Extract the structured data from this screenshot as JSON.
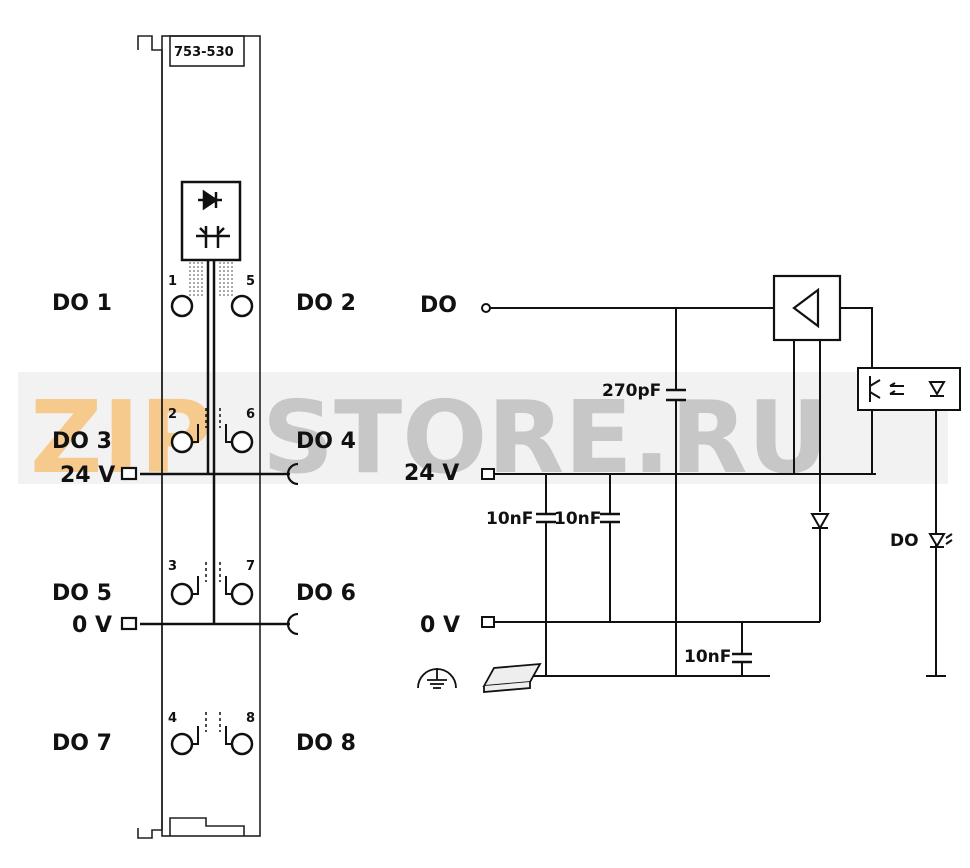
{
  "module": {
    "part_number": "753-530"
  },
  "terminals": {
    "do1": "DO 1",
    "do2": "DO 2",
    "do3": "DO 3",
    "do4": "DO 4",
    "do5": "DO 5",
    "do6": "DO 6",
    "do7": "DO 7",
    "do8": "DO 8",
    "supply_24v": "24 V",
    "supply_0v": "0 V",
    "pins": {
      "p1": "1",
      "p2": "2",
      "p3": "3",
      "p4": "4",
      "p5": "5",
      "p6": "6",
      "p7": "7",
      "p8": "8"
    }
  },
  "schematic": {
    "do_input": "DO",
    "supply_24v": "24 V",
    "supply_0v": "0 V",
    "cap_270pf": "270pF",
    "cap_10nf_a": "10nF",
    "cap_10nf_b": "10nF",
    "cap_10nf_c": "10nF",
    "do_output": "DO"
  },
  "watermark": {
    "part_a": "ZIP",
    "part_b": "STORE.RU",
    "color_a": "#f0a030",
    "color_b": "#9a9a9a"
  }
}
